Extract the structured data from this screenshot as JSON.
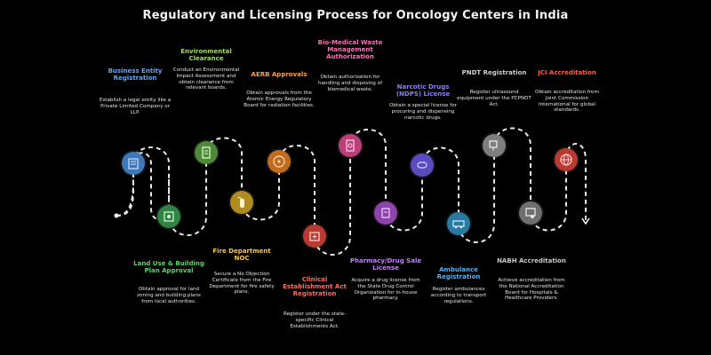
{
  "title": "Regulatory and Licensing Process for Oncology Centers in India",
  "steps": [
    {
      "title": "Business Entity Registration",
      "desc": "Establish a legal entity like a Private Limited Company or LLP.",
      "color": "#4a8fd8",
      "title_color": "#5aa9ff",
      "icon": "building-icon"
    },
    {
      "title": "Land Use & Building Plan Approval",
      "desc": "Obtain approval for land zoning and building plans from local authorities.",
      "color": "#3a9d4f",
      "title_color": "#5fd36f",
      "icon": "map-icon"
    },
    {
      "title": "Environmental Clearance",
      "desc": "Conduct an Environmental Impact Assessment and obtain clearance from relevant boards.",
      "color": "#6aa84f",
      "title_color": "#9be05a",
      "icon": "checklist-icon"
    },
    {
      "title": "Fire Department NOC",
      "desc": "Secure a No Objection Certificate from the Fire Department for fire safety plans.",
      "color": "#c9a227",
      "title_color": "#f2c94c",
      "icon": "fire-extinguisher-icon"
    },
    {
      "title": "AERB Approvals",
      "desc": "Obtain approvals from the Atomic Energy Regulatory Board for radiation facilities.",
      "color": "#d9822b",
      "title_color": "#ff9f43",
      "icon": "radiation-icon"
    },
    {
      "title": "Clinical Establishment Act Registration",
      "desc": "Register under the state-specific Clinical Establishments Act.",
      "color": "#d9453b",
      "title_color": "#ff6b5b",
      "icon": "hospital-icon"
    },
    {
      "title": "Bio-Medical Waste Management Authorization",
      "desc": "Obtain authorization for handling and disposing of biomedical waste.",
      "color": "#d94a8c",
      "title_color": "#ff6fb5",
      "icon": "waste-document-icon"
    },
    {
      "title": "Pharmacy/Drug Sale License",
      "desc": "Acquire a drug license from the State Drug Control Organization for in-house pharmacy.",
      "color": "#a64fc9",
      "title_color": "#c77dff",
      "icon": "pharmacy-license-icon"
    },
    {
      "title": "Narcotic Drugs (NDPS) License",
      "desc": "Obtain a special license for procuring and dispensing narcotic drugs.",
      "color": "#6b5bd6",
      "title_color": "#8c7dff",
      "icon": "pill-icon"
    },
    {
      "title": "Ambulance Registration",
      "desc": "Register ambulances according to transport regulations.",
      "color": "#2f8fbf",
      "title_color": "#4ab3ff",
      "icon": "ambulance-icon"
    },
    {
      "title": "PNDT Registration",
      "desc": "Register ultrasound equipment under the PCPNDT Act.",
      "color": "#9a9a9a",
      "title_color": "#d0d0d0",
      "icon": "ultrasound-icon"
    },
    {
      "title": "NABH Accreditation",
      "desc": "Achieve accreditation from the National Accreditation Board for Hospitals & Healthcare Providers.",
      "color": "#8a8a8a",
      "title_color": "#c8c8c8",
      "icon": "certificate-icon"
    },
    {
      "title": "JCI Accreditation",
      "desc": "Obtain accreditation from Joint Commission International for global standards.",
      "color": "#d9453b",
      "title_color": "#ff5a4a",
      "icon": "globe-icon"
    }
  ]
}
